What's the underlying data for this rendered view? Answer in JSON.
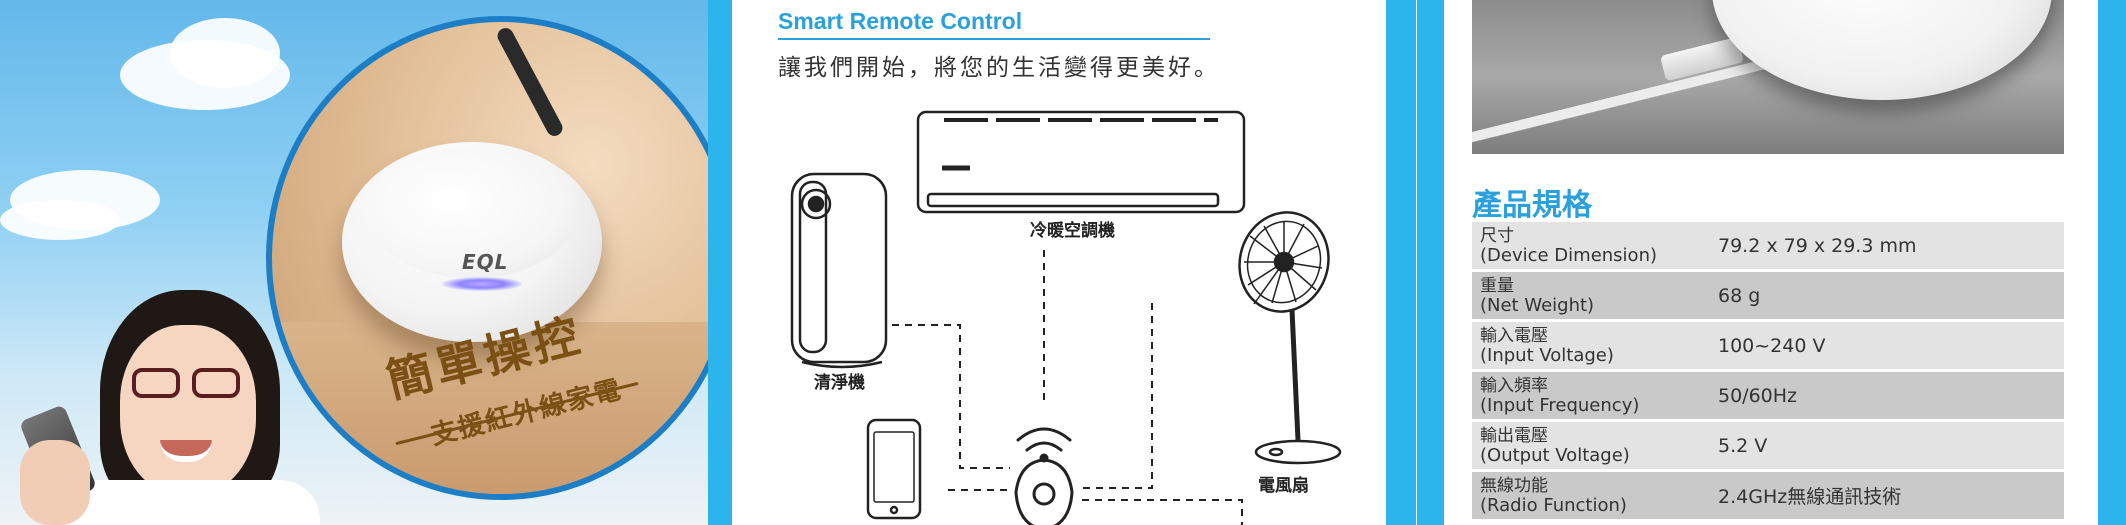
{
  "photo_panel": {
    "device_logo": "EQL",
    "caption_title": "簡單操控",
    "caption_subtitle": "支援紅外線家電"
  },
  "intro": {
    "heading": "Smart Remote Control",
    "tagline": "讓我們開始，將您的生活變得更美好。"
  },
  "diagram": {
    "air_conditioner_label": "冷暖空調機",
    "air_purifier_label": "清淨機",
    "fan_label": "電風扇"
  },
  "specs": {
    "heading": "產品規格",
    "rows": [
      {
        "label_zh": "尺寸",
        "label_en": "(Device Dimension)",
        "value": "79.2 x 79 x 29.3 mm"
      },
      {
        "label_zh": "重量",
        "label_en": "(Net Weight)",
        "value": "68 g"
      },
      {
        "label_zh": "輸入電壓",
        "label_en": "(Input Voltage)",
        "value": "100~240 V"
      },
      {
        "label_zh": "輸入頻率",
        "label_en": "(Input Frequency)",
        "value": "50/60Hz"
      },
      {
        "label_zh": "輸出電壓",
        "label_en": "(Output Voltage)",
        "value": "5.2 V"
      },
      {
        "label_zh": "無線功能",
        "label_en": "(Radio Function)",
        "value": "2.4GHz無線通訊技術"
      }
    ]
  },
  "colors": {
    "accent_blue": "#2aa1dc",
    "separator_blue": "#2cb4ec",
    "caption_brown": "#7a5014"
  },
  "icons": [
    "air-conditioner-icon",
    "air-purifier-icon",
    "fan-icon",
    "smartphone-icon",
    "smart-remote-icon",
    "wifi-signal-icon"
  ]
}
